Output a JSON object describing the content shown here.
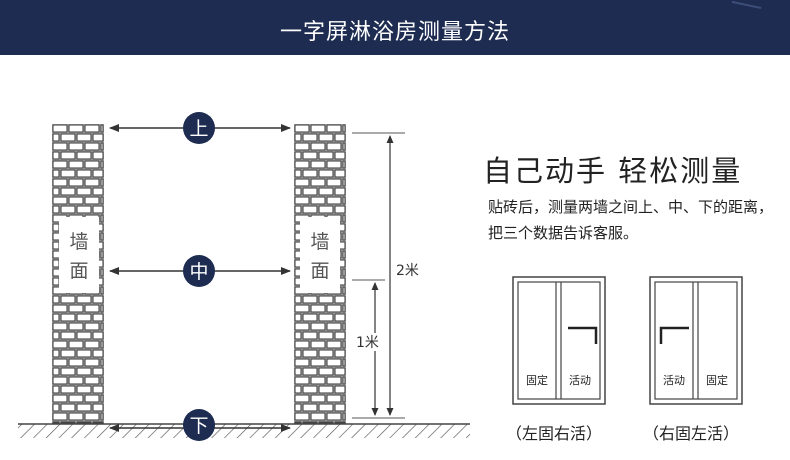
{
  "banner": {
    "title": "一字屏淋浴房测量方法"
  },
  "walls": {
    "left_label": [
      "墙",
      "面"
    ],
    "right_label": [
      "墙",
      "面"
    ]
  },
  "markers": {
    "top": "上",
    "middle": "中",
    "bottom": "下"
  },
  "dimensions": {
    "total": "2米",
    "partial": "1米"
  },
  "text": {
    "heading": "自己动手  轻松测量",
    "description": "贴砖后，测量两墙之间上、中、下的距离，把三个数据告诉客服。"
  },
  "doors": [
    {
      "panels": [
        "固定",
        "活动"
      ],
      "caption": "（左固右活）"
    },
    {
      "panels": [
        "活动",
        "固定"
      ],
      "caption": "（右固左活）"
    }
  ],
  "colors": {
    "navy": "#1e2c52",
    "line": "#333333",
    "brick": "#444444"
  }
}
